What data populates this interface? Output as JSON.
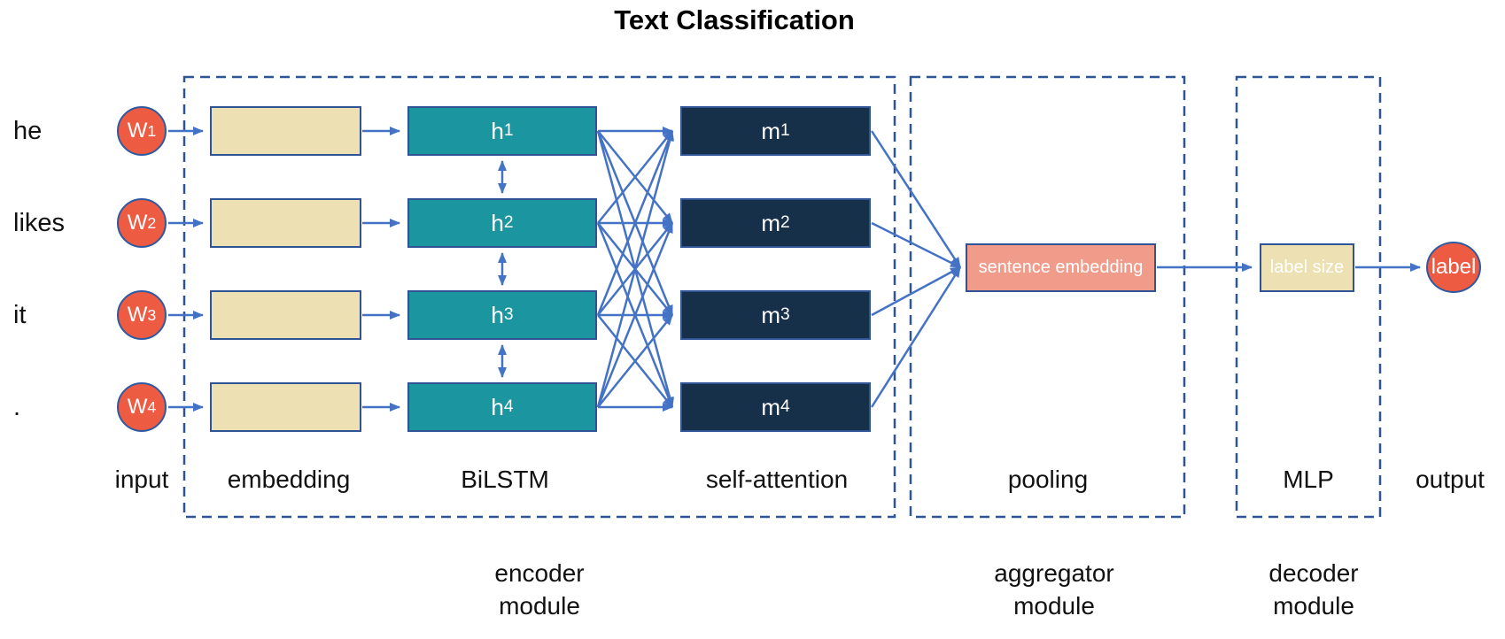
{
  "title": "Text Classification",
  "words": [
    "he",
    "likes",
    "it",
    "."
  ],
  "input_nodes": [
    {
      "base": "W",
      "sub": "1"
    },
    {
      "base": "W",
      "sub": "2"
    },
    {
      "base": "W",
      "sub": "3"
    },
    {
      "base": "W",
      "sub": "4"
    }
  ],
  "bilstm_nodes": [
    {
      "base": "h",
      "sub": "1"
    },
    {
      "base": "h",
      "sub": "2"
    },
    {
      "base": "h",
      "sub": "3"
    },
    {
      "base": "h",
      "sub": "4"
    }
  ],
  "attention_nodes": [
    {
      "base": "m",
      "sub": "1"
    },
    {
      "base": "m",
      "sub": "2"
    },
    {
      "base": "m",
      "sub": "3"
    },
    {
      "base": "m",
      "sub": "4"
    }
  ],
  "pooling_box_label": "sentence embedding",
  "mlp_box_label": "label size",
  "output_node_label": "label",
  "column_labels": {
    "input": "input",
    "embedding": "embedding",
    "bilstm": "BiLSTM",
    "self_attention": "self-attention",
    "pooling": "pooling",
    "mlp": "MLP",
    "output": "output"
  },
  "module_labels": {
    "encoder": {
      "line1": "encoder",
      "line2": "module"
    },
    "aggregator": {
      "line1": "aggregator",
      "line2": "module"
    },
    "decoder": {
      "line1": "decoder",
      "line2": "module"
    }
  },
  "colors": {
    "arrow_blue": "#4472C4",
    "border_blue": "#2F5496",
    "node_red": "#EE5B43",
    "bilstm_teal": "#1B96A1",
    "attention_navy": "#16304A",
    "embedding_beige": "#EDE0B2",
    "pooling_salmon": "#F19C8B",
    "text_black": "#111111"
  }
}
